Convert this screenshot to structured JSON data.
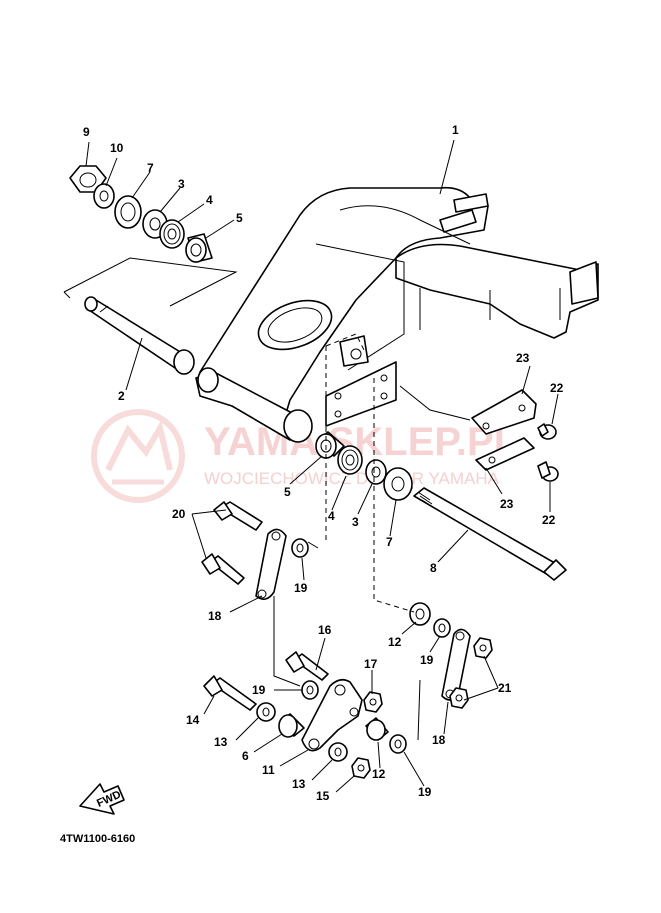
{
  "diagram": {
    "part_labels": {
      "p1": "1",
      "p2": "2",
      "p3a": "3",
      "p3b": "3",
      "p4a": "4",
      "p4b": "4",
      "p5a": "5",
      "p5b": "5",
      "p6": "6",
      "p7a": "7",
      "p7b": "7",
      "p8": "8",
      "p9": "9",
      "p10": "10",
      "p11": "11",
      "p12a": "12",
      "p12b": "12",
      "p13a": "13",
      "p13b": "13",
      "p14": "14",
      "p15": "15",
      "p16": "16",
      "p17": "17",
      "p18a": "18",
      "p18b": "18",
      "p19a": "19",
      "p19b": "19",
      "p19c": "19",
      "p19d": "19",
      "p20": "20",
      "p21": "21",
      "p22a": "22",
      "p22b": "22",
      "p23a": "23",
      "p23b": "23"
    },
    "catalog_code": "4TW1100-6160",
    "fwd_label": "FWD",
    "watermark": {
      "title": "YAMA SKLEP.PL",
      "subtitle": "WOJCIECHOWICZ DEALER YAMAHA",
      "color": "#f3c0c0"
    }
  }
}
